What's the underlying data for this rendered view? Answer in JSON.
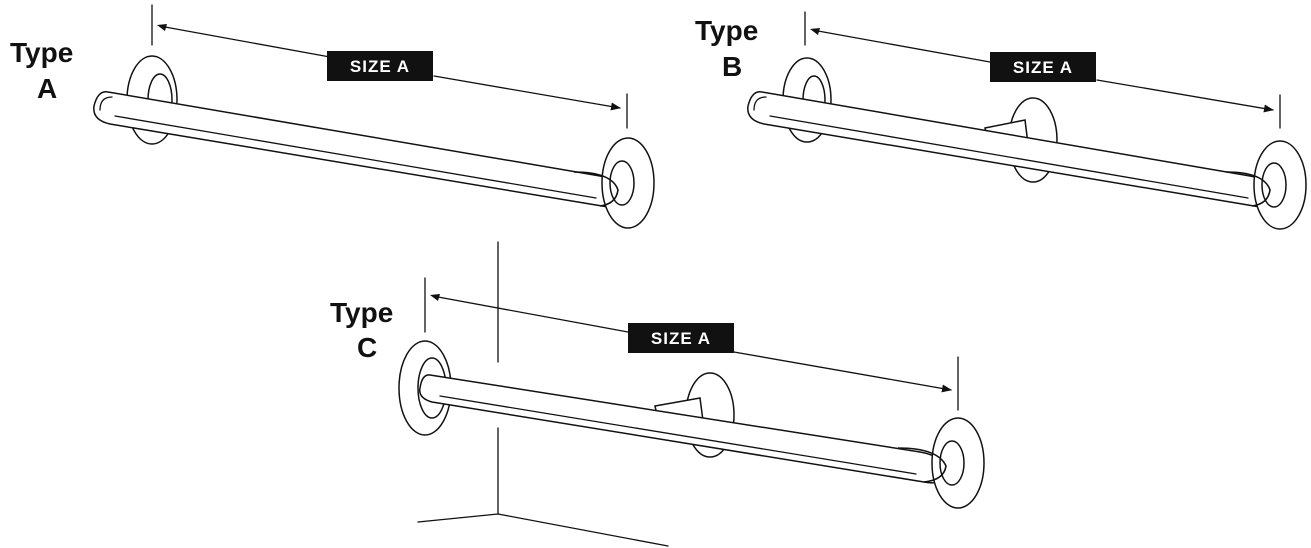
{
  "diagrams": [
    {
      "type_word": "Type",
      "type_letter": "A",
      "size_label": "SIZE  A"
    },
    {
      "type_word": "Type",
      "type_letter": "B",
      "size_label": "SIZE  A"
    },
    {
      "type_word": "Type",
      "type_letter": "C",
      "size_label": "SIZE  A"
    }
  ]
}
